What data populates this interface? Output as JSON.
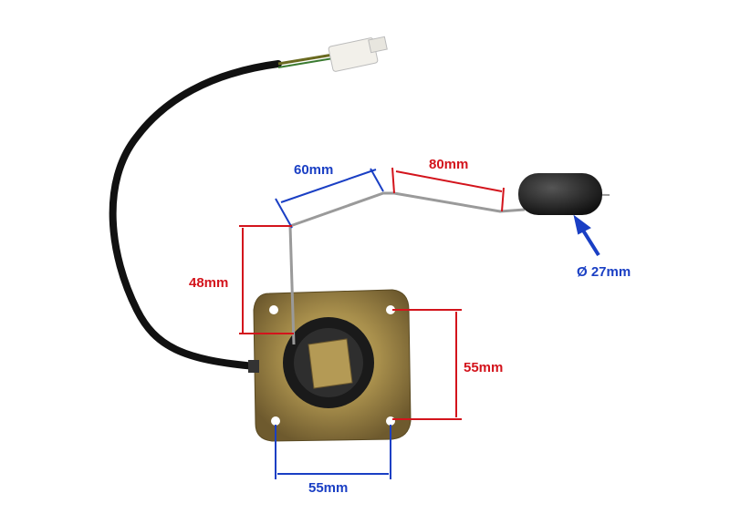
{
  "dimensions": {
    "arm_segment_1": "60mm",
    "arm_segment_2": "80mm",
    "rod_height": "48mm",
    "hole_spacing_vertical": "55mm",
    "hole_spacing_horizontal": "55mm",
    "float_diameter": "Ø 27mm"
  },
  "colors": {
    "red_dimension": "#d3141c",
    "blue_dimension": "#1a3fc4"
  }
}
